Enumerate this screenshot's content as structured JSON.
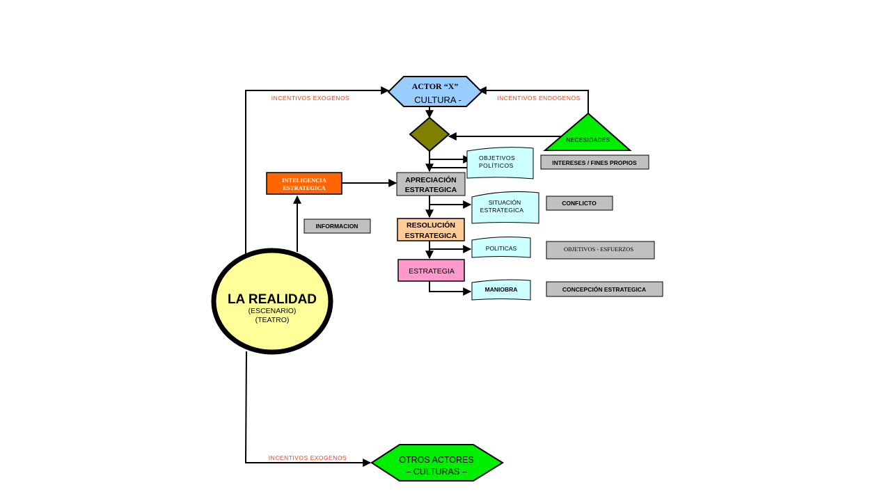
{
  "colors": {
    "actor_fill": "#99ccff",
    "decision_fill": "#808000",
    "needs_fill": "#00ee00",
    "intel_fill": "#ff6600",
    "apreciacion_fill": "#c0c0c0",
    "resolucion_fill": "#ffcc99",
    "estrategia_fill": "#ff99cc",
    "doc_fill": "#ccffff",
    "gray_box_fill": "#c0c0c0",
    "realidad_fill": "#ffff99",
    "otros_fill": "#00ee00",
    "incentive_text": "#e8431a"
  },
  "actor": {
    "line1": "ACTOR “X”",
    "line2": "CULTURA  -"
  },
  "needs": {
    "label": "NECESIDADES"
  },
  "intereses": {
    "label": "INTERESES / FINES PROPIOS"
  },
  "objetivos_politicos": {
    "line1": "OBJETIVOS",
    "line2": "POLÍTICOS"
  },
  "inteligencia": {
    "line1": "INTELIGENCIA",
    "line2": "ESTRATEGICA"
  },
  "apreciacion": {
    "line1": "APRECIACIÓN",
    "line2": "ESTRATEGICA"
  },
  "situacion": {
    "line1": "SITUACIÓN",
    "line2": "ESTRATEGICA"
  },
  "conflicto": {
    "label": "CONFLICTO"
  },
  "informacion": {
    "label": "INFORMACION"
  },
  "resolucion": {
    "line1": "RESOLUCIÓN",
    "line2": "ESTRATEGICA"
  },
  "politicas": {
    "label": "POLITICAS"
  },
  "objetivos_esfuerzos": {
    "label": "OBJETIVOS  -  ESFUERZOS"
  },
  "estrategia": {
    "label": "ESTRATEGIA"
  },
  "maniobra": {
    "label": "MANIOBRA"
  },
  "concepcion": {
    "label": "CONCEPCIÓN ESTRATEGICA"
  },
  "realidad": {
    "title": "LA REALIDAD",
    "line2": "(ESCENARIO)",
    "line3": "(TEATRO)"
  },
  "otros": {
    "line1": "OTROS  ACTORES",
    "line2": "–  CULTURAS  –"
  },
  "incentives": {
    "exogenos_top": "INCENTIVOS  EXOGENOS",
    "endogenos": "INCENTIVOS  ENDOGENOS",
    "exogenos_bottom": "INCENTIVOS  EXOGENOS"
  }
}
